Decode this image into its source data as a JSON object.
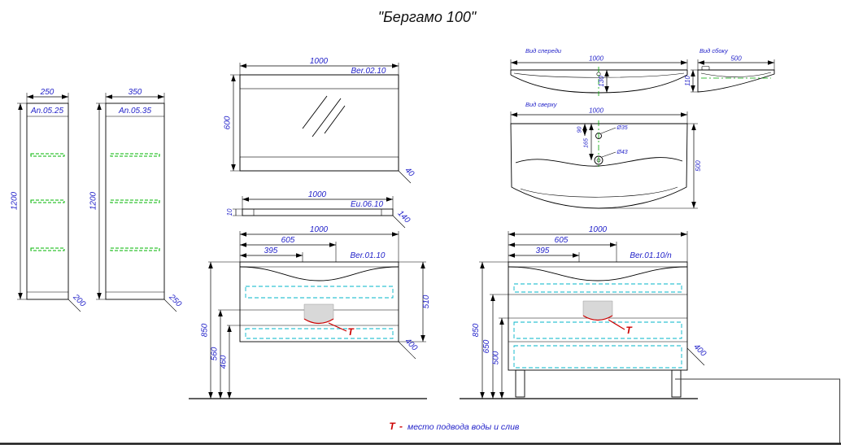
{
  "title": "\"Бергамо 100\"",
  "colors": {
    "dimension_text": "#1f1fc8",
    "drawing_line": "#000000",
    "shelf_green": "#00b400",
    "drawer_cyan": "#00b4c8",
    "accent_red": "#cc0000",
    "siphon_gray": "#d8d8d8"
  },
  "tall_cabinets": [
    {
      "width": "250",
      "code": "An.05.25",
      "height": "1200",
      "depth": "200"
    },
    {
      "width": "350",
      "code": "An.05.35",
      "height": "1200",
      "depth": "250"
    }
  ],
  "mirror": {
    "width": "1000",
    "code": "Ber.02.10",
    "height": "600",
    "depth": "40"
  },
  "shelf": {
    "width": "1000",
    "code": "Eu.06.10",
    "thickness": "10",
    "depth": "140"
  },
  "vanity_wall": {
    "width": "1000",
    "dim_605": "605",
    "dim_395": "395",
    "code": "Ber.01.10",
    "height": "510",
    "mount_height": "850",
    "dim_560": "560",
    "dim_460": "460",
    "depth": "400",
    "marker": "Т"
  },
  "vanity_floor": {
    "width": "1000",
    "dim_605": "605",
    "dim_395": "395",
    "code": "Ber.01.10/n",
    "height": "850",
    "dim_650": "650",
    "dim_500": "500",
    "depth": "400",
    "marker": "Т"
  },
  "washbasin": {
    "front": {
      "label": "Вид спереди",
      "width": "1000",
      "height": "130"
    },
    "side": {
      "label": "Вид сбоку",
      "width": "500",
      "height": "110"
    },
    "top": {
      "label": "Вид сверху",
      "width": "1000",
      "depth": "500",
      "faucet_hole": "Ø35",
      "drain_hole": "Ø43",
      "dim_90": "90",
      "dim_165": "165"
    }
  },
  "legend": {
    "marker": "Т",
    "separator": "-",
    "text": "место подвода воды и слив"
  }
}
